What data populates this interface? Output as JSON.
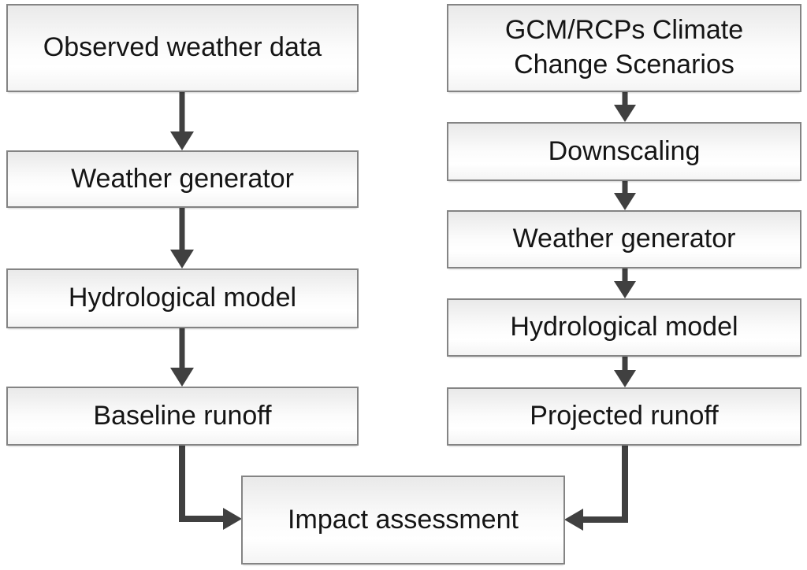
{
  "colors": {
    "background": "#ffffff",
    "box_border": "#848484",
    "box_fill_top": "#e9e9e9",
    "box_fill_mid": "#fbfbfb",
    "box_fill_bottom": "#f4f4f4",
    "arrow": "#404040",
    "text": "#151515"
  },
  "left_column": {
    "nodes": [
      {
        "label": "Observed weather data"
      },
      {
        "label": "Weather generator"
      },
      {
        "label": "Hydrological model"
      },
      {
        "label": "Baseline runoff"
      }
    ]
  },
  "right_column": {
    "nodes": [
      {
        "label": "GCM/RCPs Climate Change Scenarios"
      },
      {
        "label": "Downscaling"
      },
      {
        "label": "Weather generator"
      },
      {
        "label": "Hydrological model"
      },
      {
        "label": "Projected runoff"
      }
    ]
  },
  "merge_node": {
    "label": "Impact assessment"
  }
}
